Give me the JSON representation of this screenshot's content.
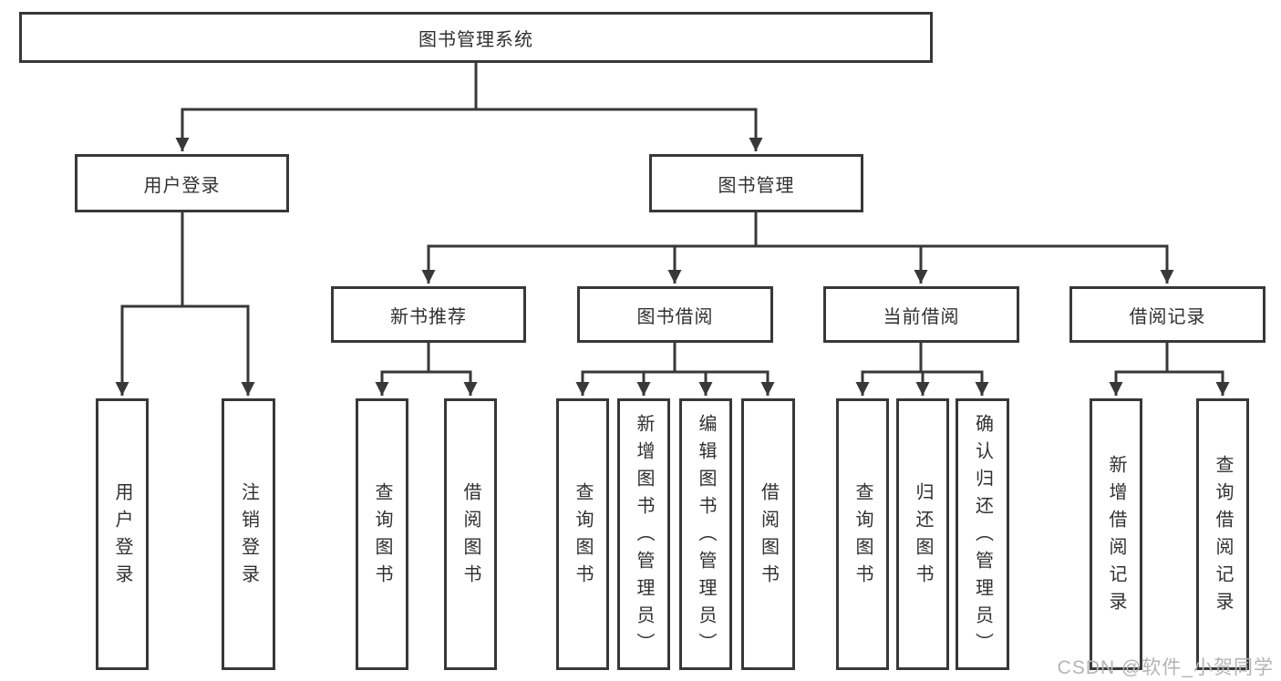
{
  "diagram_type": "hierarchy-tree",
  "colors": {
    "line": "#383838",
    "text": "#303030",
    "box_bg": "#ffffff",
    "watermark": "#b4b4b4"
  },
  "watermark": "CSDN @软件_小贺同学",
  "tree": {
    "root": {
      "label": "图书管理系统",
      "children": [
        {
          "label": "用户登录",
          "children": [
            {
              "label": "用户登录"
            },
            {
              "label": "注销登录"
            }
          ]
        },
        {
          "label": "图书管理",
          "children": [
            {
              "label": "新书推荐",
              "children": [
                {
                  "label": "查询图书"
                },
                {
                  "label": "借阅图书"
                }
              ]
            },
            {
              "label": "图书借阅",
              "children": [
                {
                  "label": "查询图书"
                },
                {
                  "label": "新增图书（管理员）"
                },
                {
                  "label": "编辑图书（管理员）"
                },
                {
                  "label": "借阅图书"
                }
              ]
            },
            {
              "label": "当前借阅",
              "children": [
                {
                  "label": "查询图书"
                },
                {
                  "label": "归还图书"
                },
                {
                  "label": "确认归还（管理员）"
                }
              ]
            },
            {
              "label": "借阅记录",
              "children": [
                {
                  "label": "新增借阅记录"
                },
                {
                  "label": "查询借阅记录"
                }
              ]
            }
          ]
        }
      ]
    }
  }
}
